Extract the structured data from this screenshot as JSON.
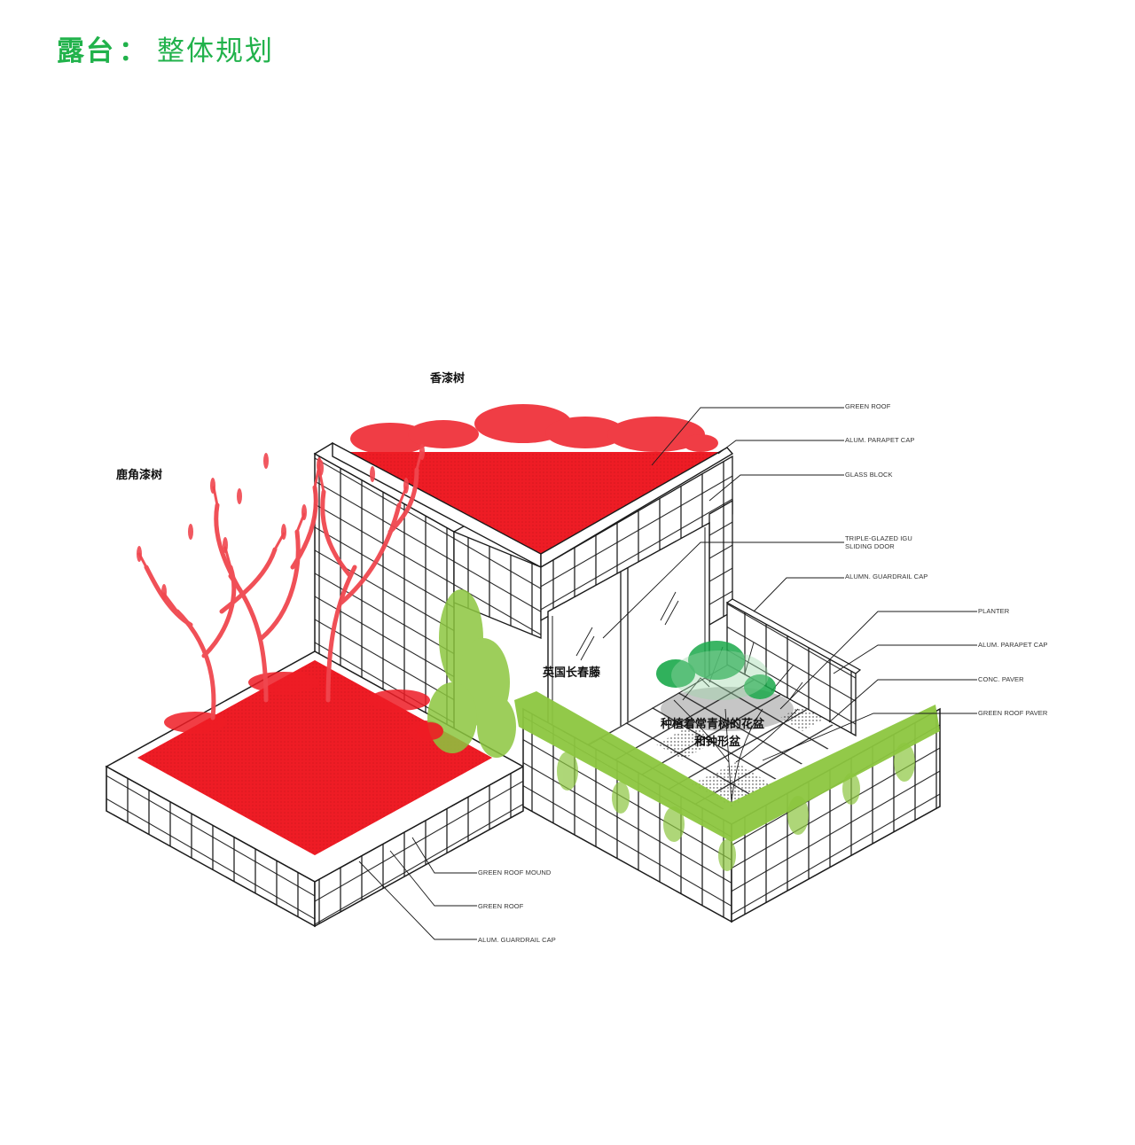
{
  "header": {
    "title_bold": "露台",
    "title_sep": "：",
    "title_light": "整体规划",
    "color": "#21b24b"
  },
  "plant_labels": {
    "sumac": "香漆树",
    "staghorn_sumac": "鹿角漆树",
    "english_ivy": "英国长春藤",
    "evergreen_planter_line1": "种植着常青树的花盆",
    "evergreen_planter_line2": "和钟形盆"
  },
  "callouts_right": [
    {
      "label": "GREEN ROOF"
    },
    {
      "label": "ALUM. PARAPET CAP"
    },
    {
      "label": "GLASS BLOCK"
    },
    {
      "label": "TRIPLE-GLAZED IGU",
      "label2": "SLIDING DOOR"
    },
    {
      "label": "ALUMN. GUARDRAIL CAP"
    },
    {
      "label": "PLANTER"
    },
    {
      "label": "ALUM. PARAPET CAP"
    },
    {
      "label": "CONC. PAVER"
    },
    {
      "label": "GREEN ROOF PAVER"
    }
  ],
  "callouts_bottom": [
    {
      "label": "GREEN ROOF MOUND"
    },
    {
      "label": "GREEN ROOF"
    },
    {
      "label": "ALUM. GUARDRAIL CAP"
    }
  ],
  "colors": {
    "red_foliage": "#ee1c25",
    "red_light": "#f0474f",
    "green_vine": "#8cc63f",
    "green_shrub": "#1aa84a",
    "line": "#1a1a1a"
  }
}
